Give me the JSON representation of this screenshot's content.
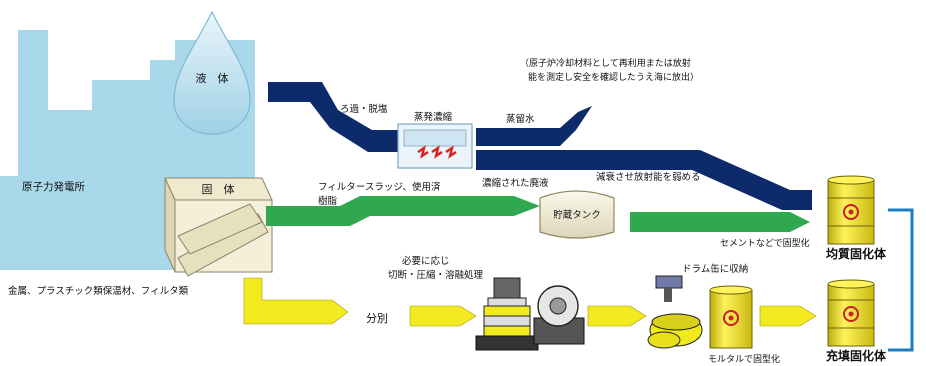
{
  "plant": {
    "label": "原子力発電所"
  },
  "liquid": {
    "label": "液　体"
  },
  "solid": {
    "label": "固　体"
  },
  "liquid_path": {
    "filter_label": "ろ過・脱塩",
    "evaporator_label": "蒸発濃縮",
    "distilled_label": "蒸留水",
    "note_line1": "（原子炉冷却材料として再利用または放射",
    "note_line2": "能を測定し安全を確認したうえ海に放出）",
    "concentrate_label": "濃縮された廃液",
    "decay_label": "減衰させ放射能を弱める"
  },
  "sludge_path": {
    "label_line1": "フィルタースラッジ、使用済",
    "label_line2": "樹脂",
    "tank_label": "貯蔵タンク",
    "cement_label": "セメントなどで固型化"
  },
  "solid_path": {
    "materials_label": "金属、プラスチック類保温材、フィルタ類",
    "sort_label": "分別",
    "process_line1": "必要に応じ",
    "process_line2": "切断・圧縮・溶融処理",
    "drum_label": "ドラム缶に収納",
    "mortar_label": "モルタルで固型化"
  },
  "outputs": {
    "homogeneous": "均質固化体",
    "filled": "充填固化体"
  },
  "colors": {
    "liquid_stream": "#0d2b6b",
    "sludge_stream": "#2fa84f",
    "solid_stream": "#f2ea1e",
    "plant_fill": "#a9d8eb",
    "drum_fill": "#f0e21a",
    "bracket": "#1a7ec0"
  }
}
